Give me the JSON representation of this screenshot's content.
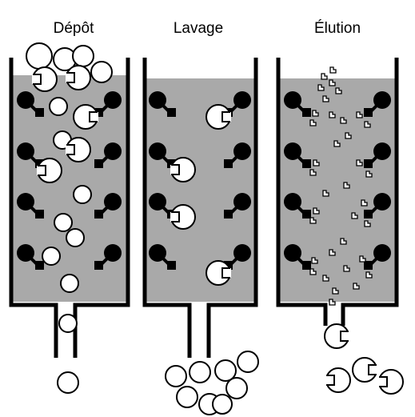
{
  "panels": [
    {
      "title": "Dépôt"
    },
    {
      "title": "Lavage"
    },
    {
      "title": "Élution"
    }
  ],
  "colors": {
    "fill": "#a9a9a9",
    "ink": "#000000",
    "paper": "#ffffff"
  },
  "icons": [
    "column",
    "bead",
    "ligand",
    "target-protein",
    "free-protein",
    "eluent-fragment"
  ]
}
